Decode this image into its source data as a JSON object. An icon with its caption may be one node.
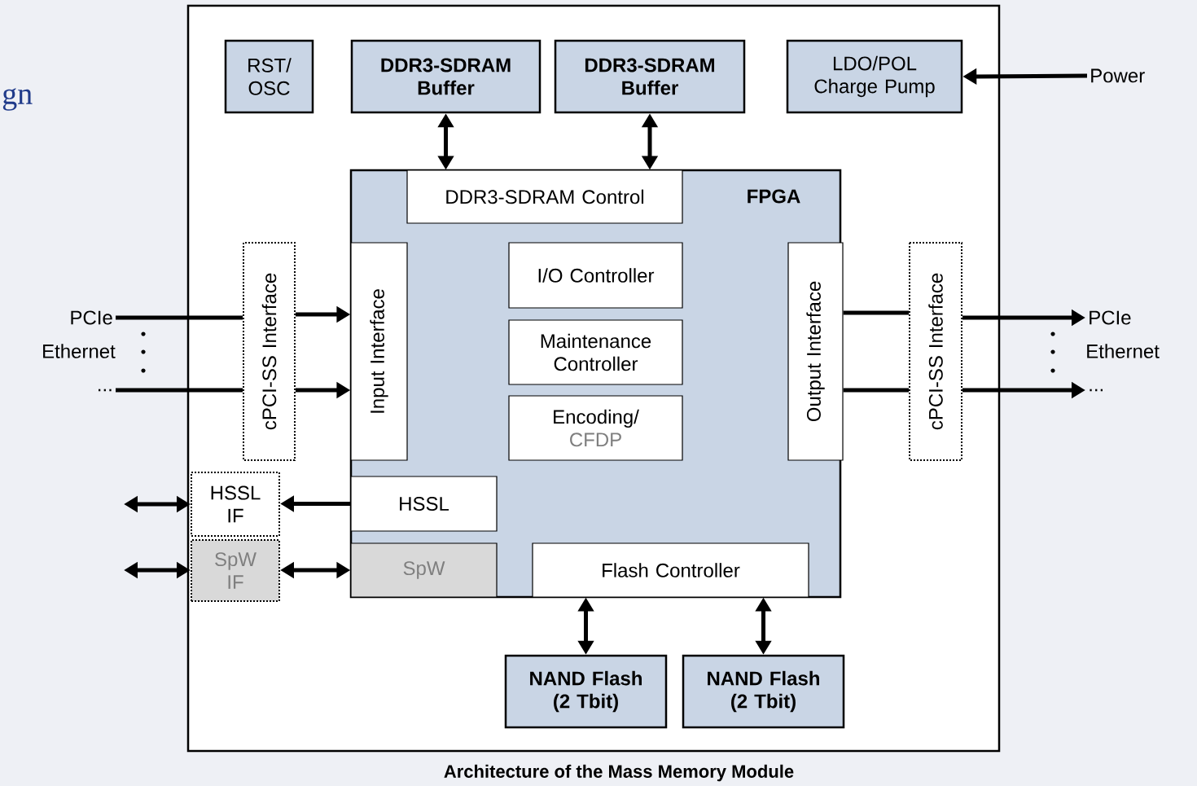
{
  "diagram": {
    "caption": "Architecture of the Mass Memory Module",
    "nodes": [
      {
        "text": [],
        "shape": "box"
      },
      {
        "text": [
          "RST/ OSC"
        ],
        "in": 0
      },
      {
        "text": [
          "DDR3-SDRAM Buffer"
        ],
        "in": 0
      },
      {
        "text": [
          "DDR3-SDRAM Buffer"
        ],
        "in": 0
      },
      {
        "text": [
          "LDO/POL Charge Pump"
        ],
        "in": 0
      },
      {
        "text": [
          "Power"
        ]
      },
      {
        "text": [
          "FPGA"
        ],
        "in": 0
      },
      {
        "text": [
          "DDR3-SDRAM Control"
        ],
        "in": 6
      },
      {
        "text": [
          "Input Interface"
        ],
        "in": 6
      },
      {
        "text": [
          "I/O Controller"
        ],
        "in": 6
      },
      {
        "text": [
          "Maintenance Controller"
        ],
        "in": 6
      },
      {
        "text": [
          "Encoding/",
          "CFDP"
        ],
        "in": 6
      },
      {
        "text": [
          "Output Interface"
        ],
        "in": 6
      },
      {
        "text": [
          "HSSL"
        ],
        "in": 6
      },
      {
        "text": [
          "SpW"
        ],
        "in": 6
      },
      {
        "text": [
          "Flash Controller"
        ],
        "in": 6
      },
      {
        "text": [
          "cPCI-SS Interface"
        ],
        "in": 0
      },
      {
        "text": [
          "cPCI-SS Interface"
        ],
        "in": 0
      },
      {
        "text": [
          "HSSL IF"
        ],
        "in": 0
      },
      {
        "text": [
          "SpW IF"
        ],
        "in": 0
      },
      {
        "text": [
          "NAND Flash (2 Tbit)"
        ],
        "in": 0
      },
      {
        "text": [
          "NAND Flash (2 Tbit)"
        ],
        "in": 0
      },
      {
        "text": [
          "PCIe"
        ]
      },
      {
        "text": [
          "..."
        ]
      },
      {
        "text": [
          "PCIe"
        ]
      },
      {
        "text": [
          "..."
        ]
      }
    ],
    "edges": [
      {
        "from": 5,
        "to": 4,
        "arrow": "to"
      },
      {
        "from": 22,
        "to": 16,
        "arrow": "none"
      },
      {
        "from": 16,
        "to": 8,
        "arrow": "to"
      },
      {
        "from": 23,
        "to": 16,
        "arrow": "none"
      },
      {
        "from": 16,
        "to": 8,
        "arrow": "to"
      },
      {
        "from": 12,
        "to": 17,
        "arrow": "none"
      },
      {
        "from": 17,
        "to": 24,
        "arrow": "to"
      },
      {
        "from": 12,
        "to": 17,
        "arrow": "none"
      },
      {
        "from": 17,
        "to": 25,
        "arrow": "to"
      },
      {
        "from": 13,
        "to": 18,
        "arrow": "to"
      },
      {
        "from": null,
        "to": 18,
        "arrow": "both"
      },
      {
        "from": null,
        "to": 19,
        "arrow": "both"
      },
      {
        "from": 19,
        "to": 14,
        "arrow": "both"
      },
      {
        "from": 2,
        "to": 7,
        "arrow": "both"
      },
      {
        "from": 3,
        "to": 7,
        "arrow": "both"
      },
      {
        "from": 15,
        "to": 20,
        "arrow": "both"
      },
      {
        "from": 15,
        "to": 21,
        "arrow": "both"
      }
    ],
    "labels": [
      "gn",
      "Ethernet",
      "Ethernet"
    ]
  }
}
